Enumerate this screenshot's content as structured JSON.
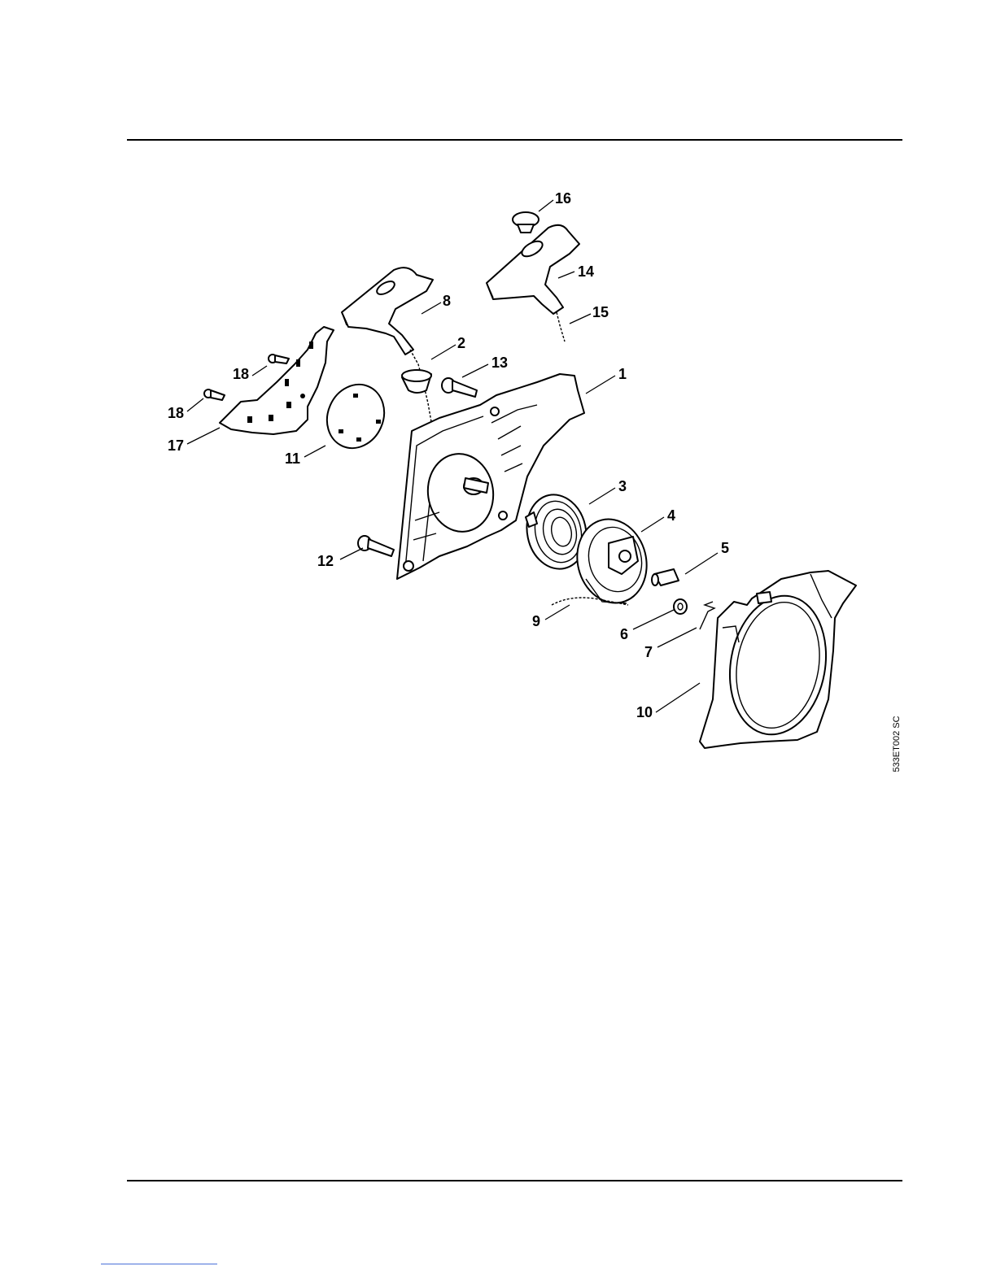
{
  "figure_code": "533ET002 SC",
  "callouts": {
    "c1": "1",
    "c2": "2",
    "c3": "3",
    "c4": "4",
    "c5": "5",
    "c6": "6",
    "c7": "7",
    "c8": "8",
    "c9": "9",
    "c10": "10",
    "c11": "11",
    "c12": "12",
    "c13": "13",
    "c14": "14",
    "c15": "15",
    "c16": "16",
    "c17": "17",
    "c18a": "18",
    "c18b": "18"
  }
}
